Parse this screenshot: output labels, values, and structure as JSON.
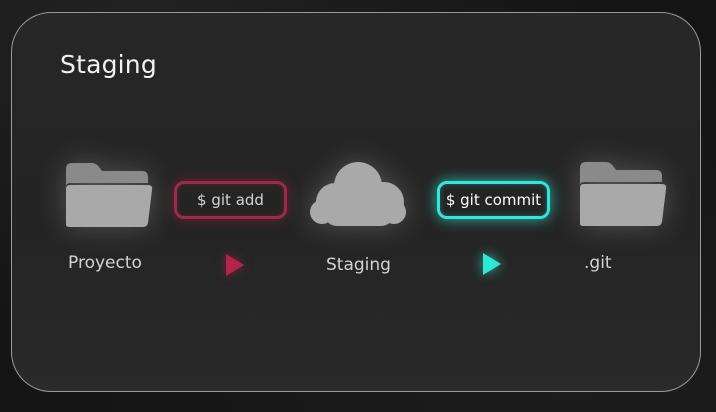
{
  "title": "Staging",
  "nodes": {
    "project": {
      "label": "Proyecto",
      "icon": "folder-icon"
    },
    "staging": {
      "label": "Staging",
      "icon": "cloud-icon"
    },
    "git": {
      "label": ".git",
      "icon": "folder-icon"
    }
  },
  "commands": {
    "add": {
      "text": "$ git add",
      "color": "#a0284a"
    },
    "commit": {
      "text": "$ git commit",
      "color": "#34e6d8"
    }
  },
  "colors": {
    "background": "#151515",
    "card": "#262626",
    "icon": "#8c8c8c",
    "label": "#d3d3d3"
  }
}
